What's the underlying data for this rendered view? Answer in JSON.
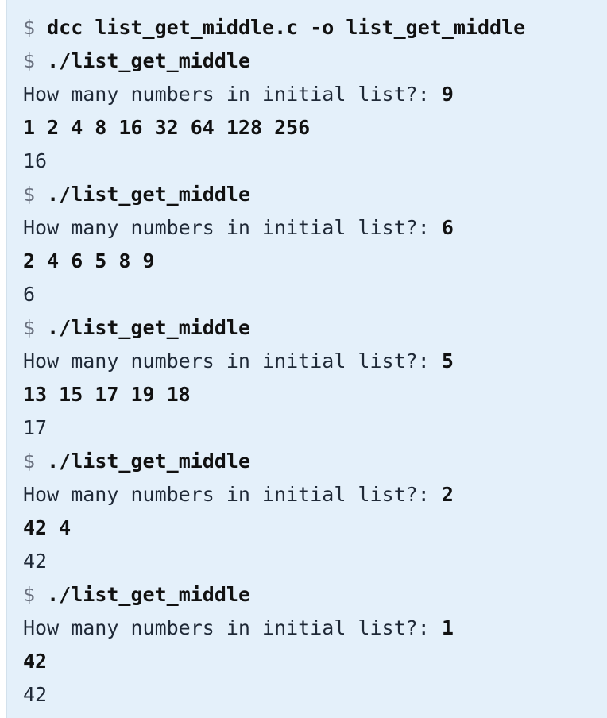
{
  "terminal": {
    "prompt_symbol": "$",
    "lines": [
      {
        "kind": "command",
        "text": "dcc list_get_middle.c -o list_get_middle"
      },
      {
        "kind": "command",
        "text": "./list_get_middle"
      },
      {
        "kind": "question",
        "text": "How many numbers in initial list?:",
        "answer": "9"
      },
      {
        "kind": "input",
        "text": "1 2 4 8 16 32 64 128 256"
      },
      {
        "kind": "output",
        "text": "16"
      },
      {
        "kind": "command",
        "text": "./list_get_middle"
      },
      {
        "kind": "question",
        "text": "How many numbers in initial list?:",
        "answer": "6"
      },
      {
        "kind": "input",
        "text": "2 4 6 5 8 9"
      },
      {
        "kind": "output",
        "text": "6"
      },
      {
        "kind": "command",
        "text": "./list_get_middle"
      },
      {
        "kind": "question",
        "text": "How many numbers in initial list?:",
        "answer": "5"
      },
      {
        "kind": "input",
        "text": "13 15 17 19 18"
      },
      {
        "kind": "output",
        "text": "17"
      },
      {
        "kind": "command",
        "text": "./list_get_middle"
      },
      {
        "kind": "question",
        "text": "How many numbers in initial list?:",
        "answer": "2"
      },
      {
        "kind": "input",
        "text": "42 4"
      },
      {
        "kind": "output",
        "text": "42"
      },
      {
        "kind": "command",
        "text": "./list_get_middle"
      },
      {
        "kind": "question",
        "text": "How many numbers in initial list?:",
        "answer": "1"
      },
      {
        "kind": "input",
        "text": "42"
      },
      {
        "kind": "output",
        "text": "42"
      }
    ]
  }
}
